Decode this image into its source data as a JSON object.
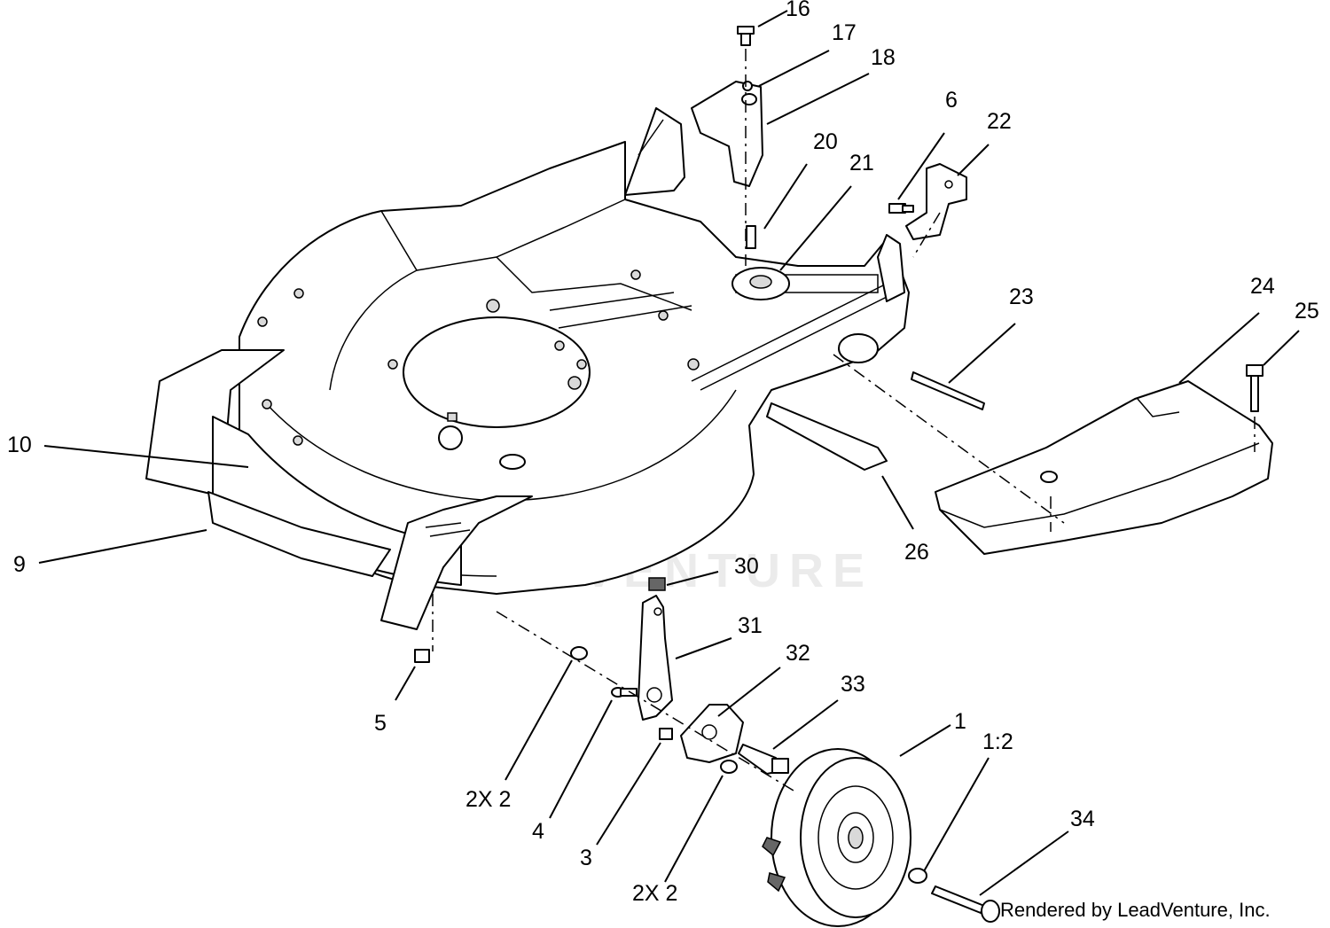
{
  "callouts": [
    {
      "id": "c16",
      "label": "16"
    },
    {
      "id": "c17",
      "label": "17"
    },
    {
      "id": "c18",
      "label": "18"
    },
    {
      "id": "c20",
      "label": "20"
    },
    {
      "id": "c21",
      "label": "21"
    },
    {
      "id": "c6",
      "label": "6"
    },
    {
      "id": "c22",
      "label": "22"
    },
    {
      "id": "c23",
      "label": "23"
    },
    {
      "id": "c24",
      "label": "24"
    },
    {
      "id": "c25",
      "label": "25"
    },
    {
      "id": "c10",
      "label": "10"
    },
    {
      "id": "c9",
      "label": "9"
    },
    {
      "id": "c26",
      "label": "26"
    },
    {
      "id": "c30",
      "label": "30"
    },
    {
      "id": "c31",
      "label": "31"
    },
    {
      "id": "c32",
      "label": "32"
    },
    {
      "id": "c33",
      "label": "33"
    },
    {
      "id": "c1",
      "label": "1"
    },
    {
      "id": "c1-2",
      "label": "1:2"
    },
    {
      "id": "c5",
      "label": "5"
    },
    {
      "id": "c2x2-a",
      "label": "2X 2"
    },
    {
      "id": "c4",
      "label": "4"
    },
    {
      "id": "c3",
      "label": "3"
    },
    {
      "id": "c2x2-b",
      "label": "2X 2"
    },
    {
      "id": "c34",
      "label": "34"
    }
  ],
  "credit": "Rendered by LeadVenture, Inc.",
  "watermark": "LEADVENTURE",
  "colors": {
    "line": "#000000",
    "background": "#ffffff",
    "shade": "#d9d9d9"
  }
}
